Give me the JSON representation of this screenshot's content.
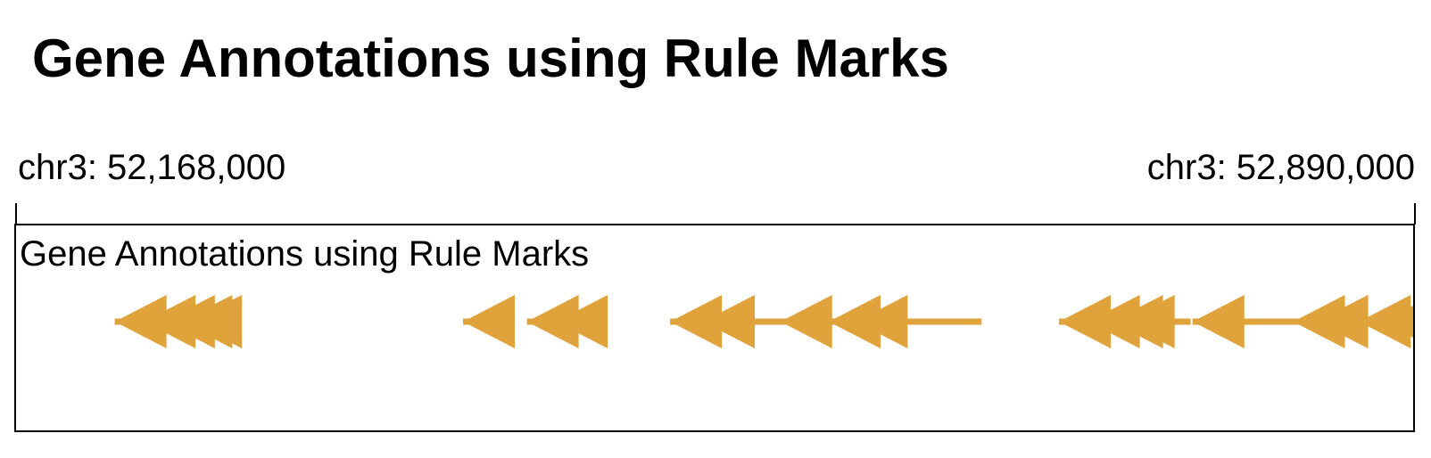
{
  "title": "Gene Annotations using Rule Marks",
  "coordinates": {
    "start_label": "chr3: 52,168,000",
    "end_label": "chr3: 52,890,000"
  },
  "track": {
    "label": "Gene Annotations using Rule Marks",
    "color": "#E0A33B",
    "domain": [
      52168000,
      52890000
    ],
    "direction": "reverse",
    "segments": [
      {
        "start": 52219000,
        "end": 52270000,
        "arrows": [
          52219000,
          52234000,
          52244000,
          52253000,
          52258000
        ]
      },
      {
        "start": 52399000,
        "end": 52416000,
        "arrows": [
          52399000
        ]
      },
      {
        "start": 52432000,
        "end": 52466000,
        "arrows": [
          52432000,
          52447000
        ]
      },
      {
        "start": 52506000,
        "end": 52581000,
        "arrows": [
          52506000,
          52523000,
          52563000
        ]
      },
      {
        "start": 52588000,
        "end": 52667000,
        "arrows": [
          52588000,
          52602000
        ]
      },
      {
        "start": 52707000,
        "end": 52775000,
        "arrows": [
          52707000,
          52722000,
          52734000,
          52740000
        ]
      },
      {
        "start": 52776000,
        "end": 52887000,
        "arrows": [
          52776000,
          52828000,
          52840000
        ]
      },
      {
        "start": 52840000,
        "end": 52890000,
        "arrows": [
          52840000,
          52862000,
          52874000,
          52878000,
          52884000
        ]
      }
    ]
  }
}
